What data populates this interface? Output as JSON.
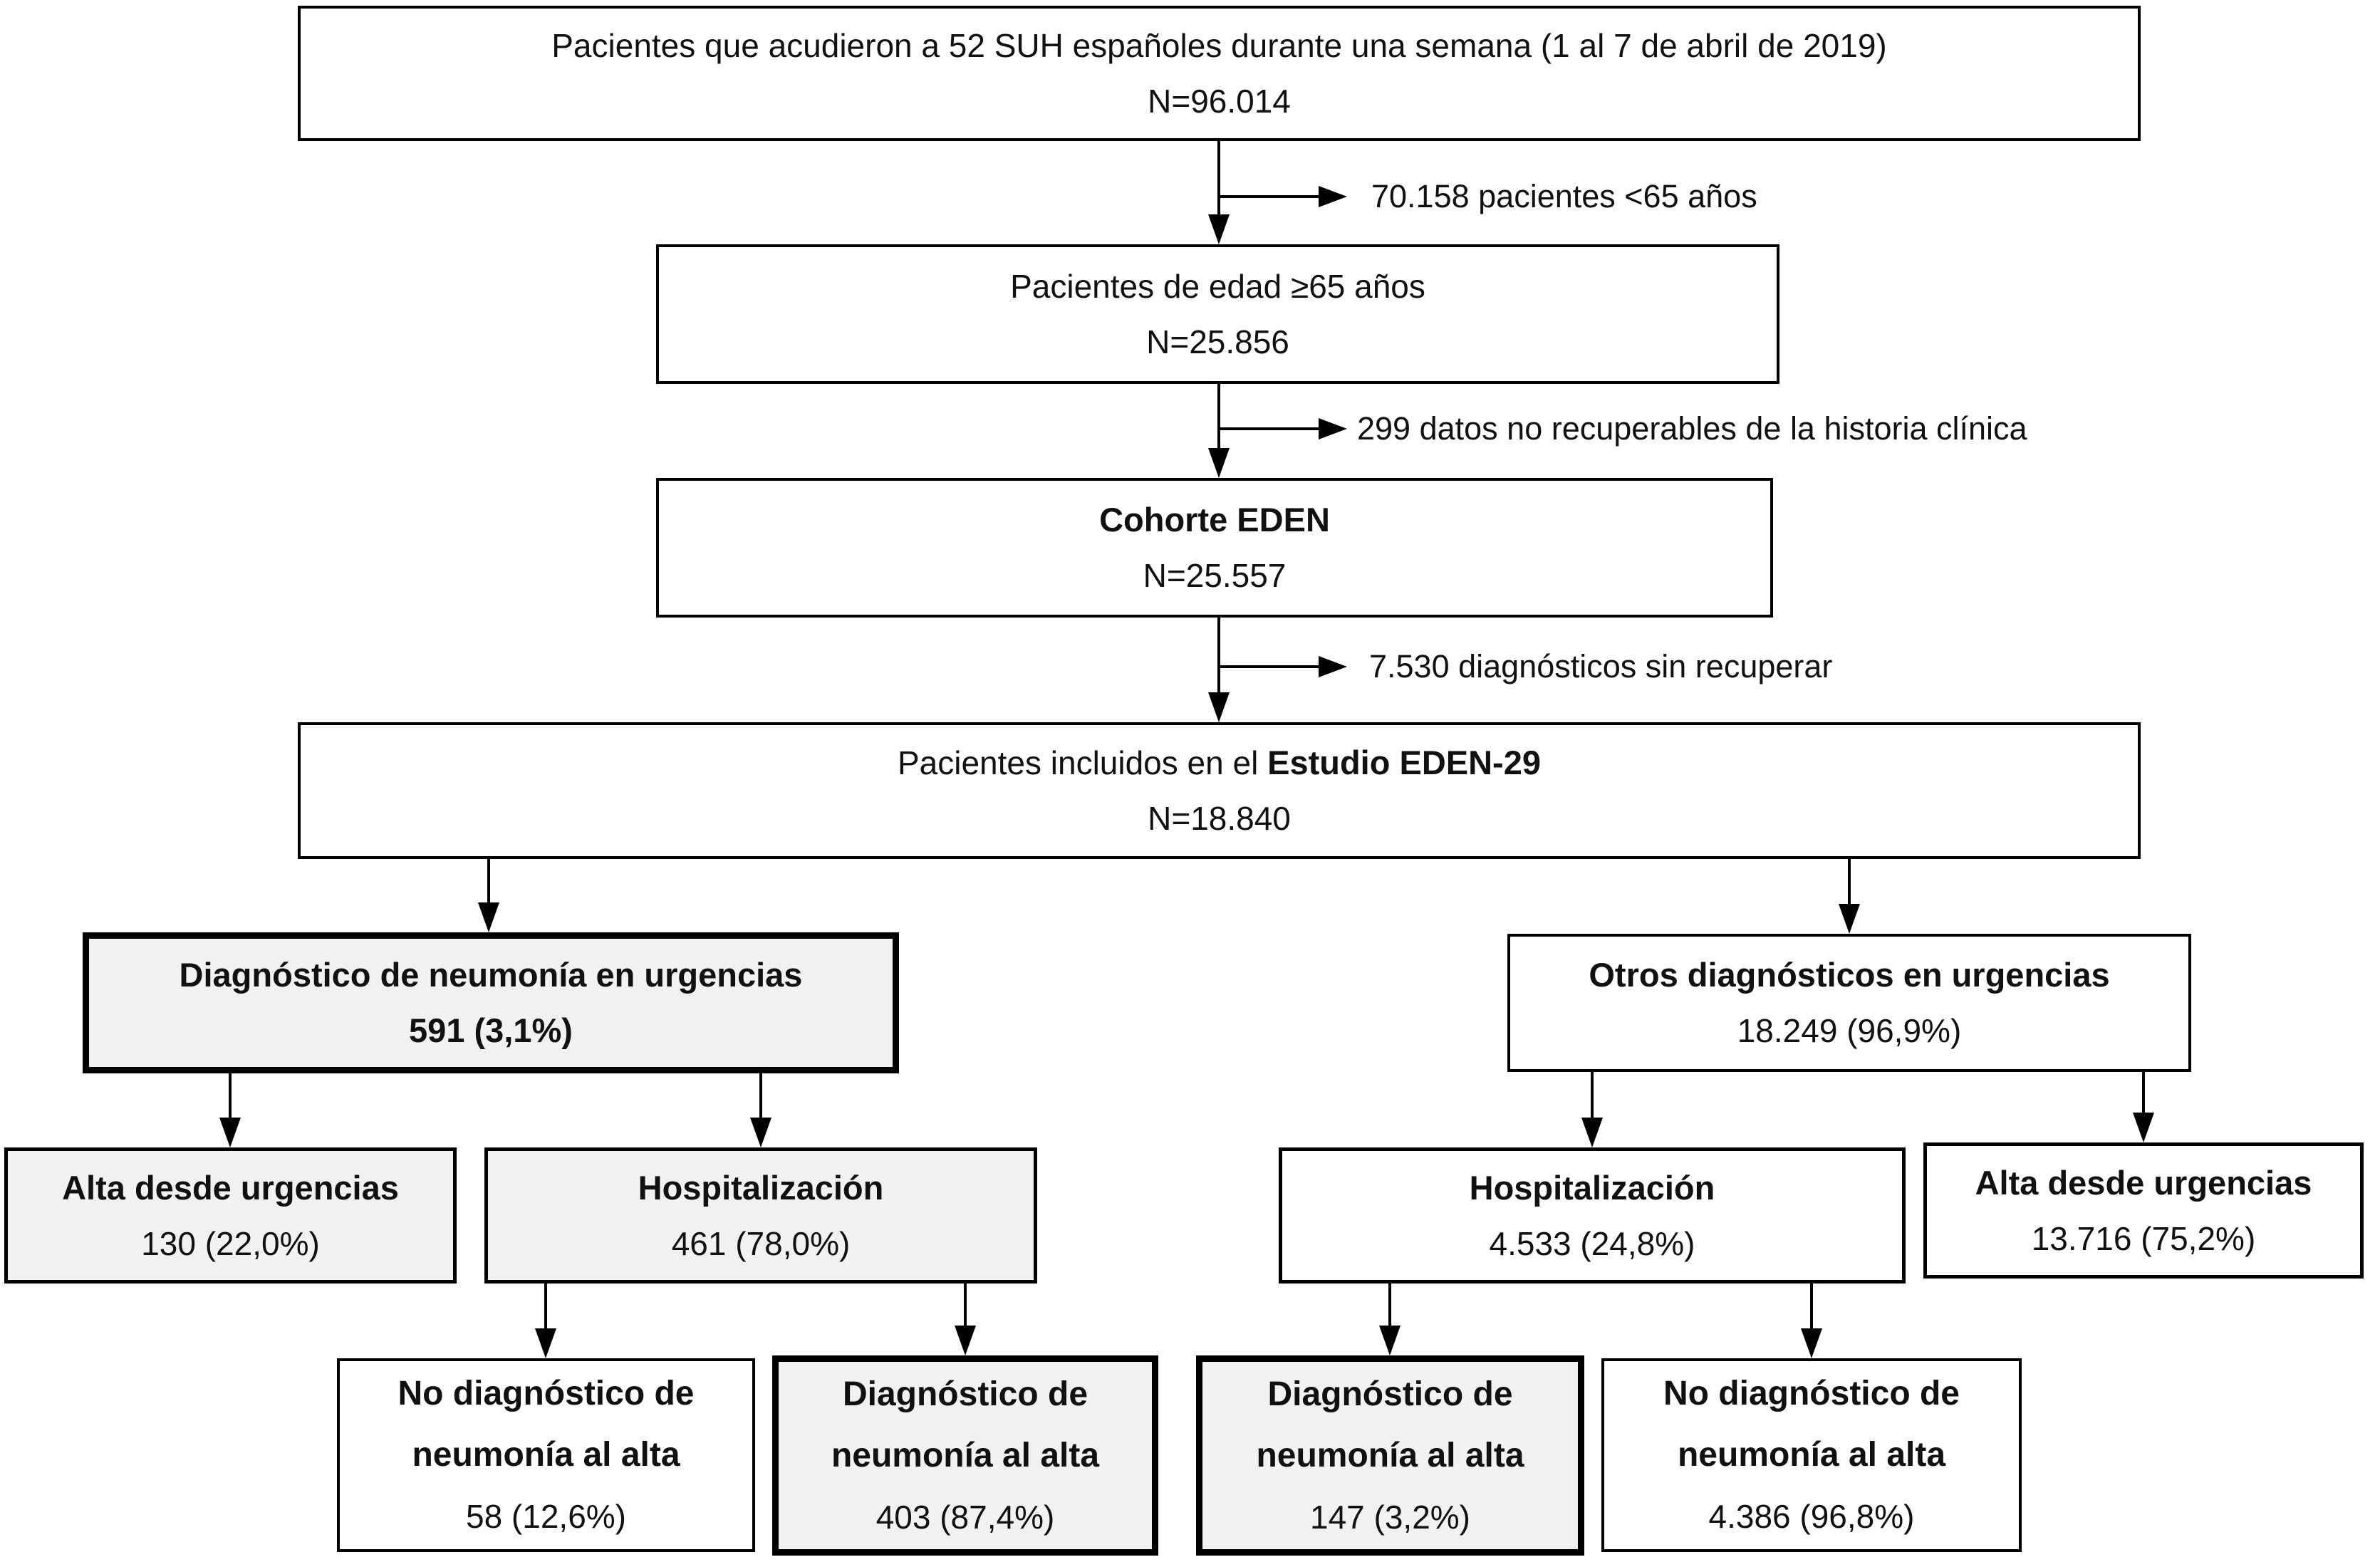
{
  "palette": {
    "box_fill_shaded": "#f1f1ef",
    "box_fill_plain": "#ffffff",
    "border_color": "#000000",
    "text_color": "#111111"
  },
  "flow": {
    "total": {
      "title": "Pacientes que acudieron a 52 SUH españoles durante una semana (1 al 7 de abril de 2019)",
      "n": "N=96.014"
    },
    "excl_under65": {
      "label": "70.158 pacientes <65 años"
    },
    "age65": {
      "title": "Pacientes de edad ≥65 años",
      "n": "N=25.856"
    },
    "excl_nodata": {
      "label": "299 datos no recuperables de la historia clínica"
    },
    "eden": {
      "title": "Cohorte EDEN",
      "n": "N=25.557"
    },
    "excl_nodx": {
      "label": "7.530 diagnósticos sin recuperar"
    },
    "study": {
      "title_prefix": "Pacientes incluidos en el ",
      "title_bold": "Estudio EDEN-29",
      "n": "N=18.840"
    },
    "pneumonia_ed": {
      "title": "Diagnóstico de neumonía en urgencias",
      "n": "591 (3,1%)"
    },
    "other_ed": {
      "title": "Otros diagnósticos en urgencias",
      "n": "18.249 (96,9%)"
    },
    "pneu_discharge": {
      "title": "Alta desde urgencias",
      "n": "130 (22,0%)"
    },
    "pneu_hosp": {
      "title": "Hospitalización",
      "n": "461 (78,0%)"
    },
    "other_hosp": {
      "title": "Hospitalización",
      "n": "4.533 (24,8%)"
    },
    "other_discharge": {
      "title": "Alta desde urgencias",
      "n": "13.716 (75,2%)"
    },
    "pneu_hosp_nodx": {
      "title": "No diagnóstico de neumonía al alta",
      "n": "58 (12,6%)"
    },
    "pneu_hosp_dx": {
      "title": "Diagnóstico de neumonía al alta",
      "n": "403 (87,4%)"
    },
    "other_hosp_dx": {
      "title": "Diagnóstico de neumonía al alta",
      "n": "147 (3,2%)"
    },
    "other_hosp_nodx": {
      "title": "No diagnóstico de neumonía al alta",
      "n": "4.386 (96,8%)"
    }
  }
}
